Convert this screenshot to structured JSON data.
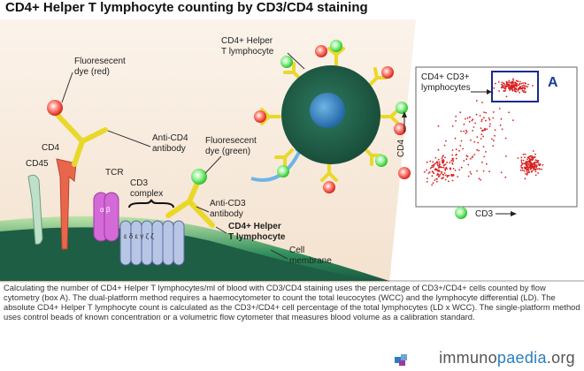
{
  "title": "CD4+ Helper T lymphocyte counting by CD3/CD4 staining",
  "labels": {
    "fluor_red": [
      "Fluoresecent",
      "dye (red)"
    ],
    "cd4": "CD4",
    "cd45": "CD45",
    "anti_cd4": [
      "Anti-CD4",
      "antibody"
    ],
    "fluor_green": [
      "Fluoresecent",
      "dye (green)"
    ],
    "tcr": "TCR",
    "cd3_complex": [
      "CD3",
      "complex"
    ],
    "anti_cd3": [
      "Anti-CD3",
      "antibody"
    ],
    "helper_t_bold": [
      "CD4+ Helper",
      "T lymphocyte"
    ],
    "cell_membrane": [
      "Cell",
      "membrane"
    ],
    "helper_t_top": [
      "CD4+ Helper",
      "T lymphocyte"
    ],
    "tcr_chains": "α β",
    "cd3_chains": "ε δ ε γ ζ ζ"
  },
  "plot": {
    "gate_label": [
      "CD4+ CD3+",
      "lymphocytes"
    ],
    "box_letter": "A",
    "y_axis": "CD4",
    "x_axis": "CD3"
  },
  "caption": "Calculating the number of CD4+ Helper T lymphocytes/ml of blood with CD3/CD4 staining uses the percentage of CD3+/CD4+ cells counted by flow cytometry (box A). The dual-platform method requires a haemocytometer to count the total leucocytes (WCC) and the lymphocyte differential (LD). The absolute CD4+ Helper T lymphocyte count is calculated as the CD3+/CD4+ cell percentage of the total lymphocytes (LD x WCC). The single-platform method uses control beads of known concentration or a volumetric flow cytometer that measures blood volume as a calibration standard.",
  "logo": {
    "part1": "immuno",
    "part2": "paedia",
    "part3": ".org"
  },
  "colors": {
    "red_dye": "#e0302a",
    "green_dye": "#3cc83c",
    "antibody": "#f2e23a",
    "cell": "#1e5a44",
    "nucleus": "#2f7fbf",
    "dots": "#d82020",
    "gate_box": "#1a2a8a"
  }
}
